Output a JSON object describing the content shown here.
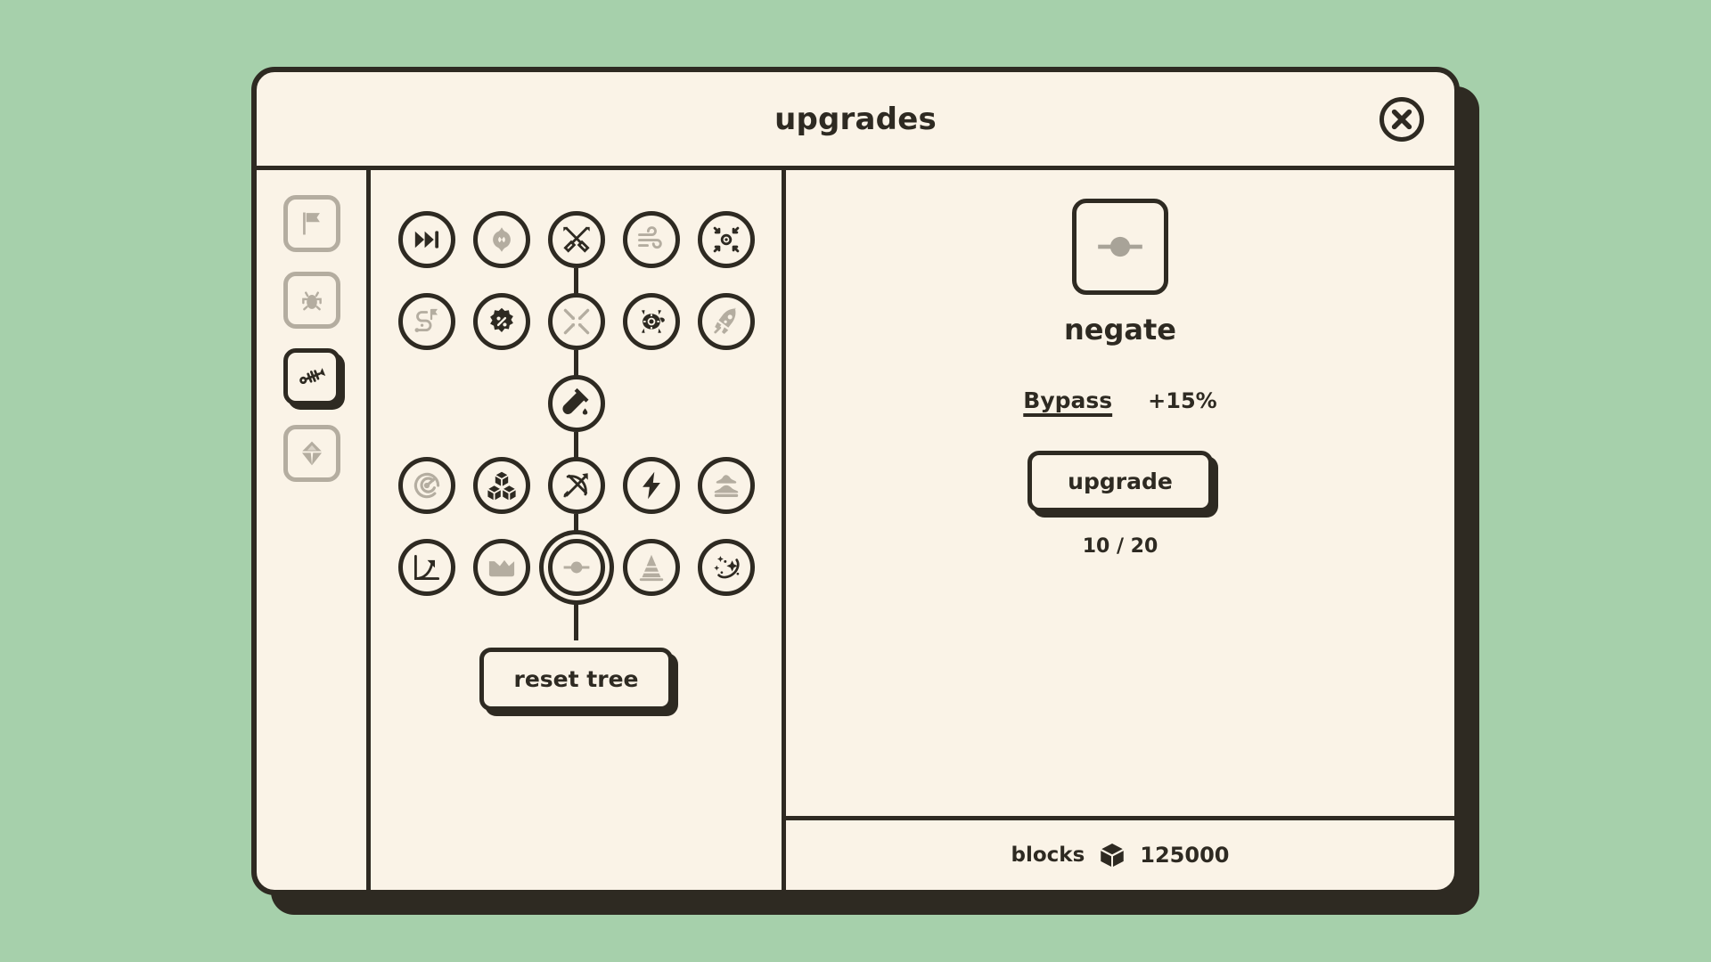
{
  "window": {
    "title": "upgrades",
    "close_icon": "close-icon"
  },
  "theme": {
    "page_background": "#a6d0ab",
    "panel_background": "#faf3e7",
    "ink": "#2e2a22",
    "muted": "#b4ada0"
  },
  "sidebar": {
    "items": [
      {
        "id": "flag",
        "icon": "flag-icon",
        "active": false
      },
      {
        "id": "bug",
        "icon": "bug-icon",
        "active": false
      },
      {
        "id": "fish-bone",
        "icon": "fish-bone-icon",
        "active": true
      },
      {
        "id": "crystal",
        "icon": "crystal-icon",
        "active": false
      }
    ]
  },
  "tree": {
    "reset_label": "reset tree",
    "rows": [
      {
        "nodes": [
          {
            "id": "skip-forward",
            "icon": "skip-forward-icon",
            "state": "unlocked"
          },
          {
            "id": "clover",
            "icon": "clover-icon",
            "state": "locked"
          },
          {
            "id": "crossed-swords",
            "icon": "crossed-swords-icon",
            "state": "unlocked"
          },
          {
            "id": "wind",
            "icon": "wind-icon",
            "state": "locked"
          },
          {
            "id": "target-focus",
            "icon": "target-focus-icon",
            "state": "unlocked"
          }
        ]
      },
      {
        "nodes": [
          {
            "id": "route",
            "icon": "route-icon",
            "state": "locked"
          },
          {
            "id": "percent-badge",
            "icon": "percent-badge-icon",
            "state": "unlocked"
          },
          {
            "id": "shrink",
            "icon": "shrink-arrows-icon",
            "state": "locked"
          },
          {
            "id": "turtle",
            "icon": "turtle-icon",
            "state": "unlocked"
          },
          {
            "id": "rocket",
            "icon": "rocket-icon",
            "state": "locked"
          }
        ]
      },
      {
        "center": true,
        "nodes": [
          {
            "id": "test-tube",
            "icon": "test-tube-icon",
            "state": "locked"
          }
        ]
      },
      {
        "nodes": [
          {
            "id": "speedometer",
            "icon": "speedometer-icon",
            "state": "locked"
          },
          {
            "id": "boxes",
            "icon": "boxes-icon",
            "state": "unlocked"
          },
          {
            "id": "bow-arrow",
            "icon": "bow-arrow-icon",
            "state": "unlocked"
          },
          {
            "id": "lightning",
            "icon": "lightning-icon",
            "state": "unlocked"
          },
          {
            "id": "rocks",
            "icon": "rocks-icon",
            "state": "locked"
          }
        ]
      },
      {
        "nodes": [
          {
            "id": "growth-arrow",
            "icon": "growth-arrow-icon",
            "state": "unlocked"
          },
          {
            "id": "crown",
            "icon": "crown-icon",
            "state": "locked"
          },
          {
            "id": "negate",
            "icon": "negate-icon",
            "state": "locked",
            "selected": true
          },
          {
            "id": "cone",
            "icon": "traffic-cone-icon",
            "state": "locked"
          },
          {
            "id": "sparkles",
            "icon": "sparkles-icon",
            "state": "unlocked"
          }
        ]
      }
    ]
  },
  "detail": {
    "icon": "negate-icon",
    "name": "negate",
    "stat_label": "Bypass",
    "stat_value": "+15%",
    "upgrade_label": "upgrade",
    "progress": "10 / 20"
  },
  "footer": {
    "currency_label": "blocks",
    "currency_icon": "cube-icon",
    "currency_value": "125000"
  }
}
